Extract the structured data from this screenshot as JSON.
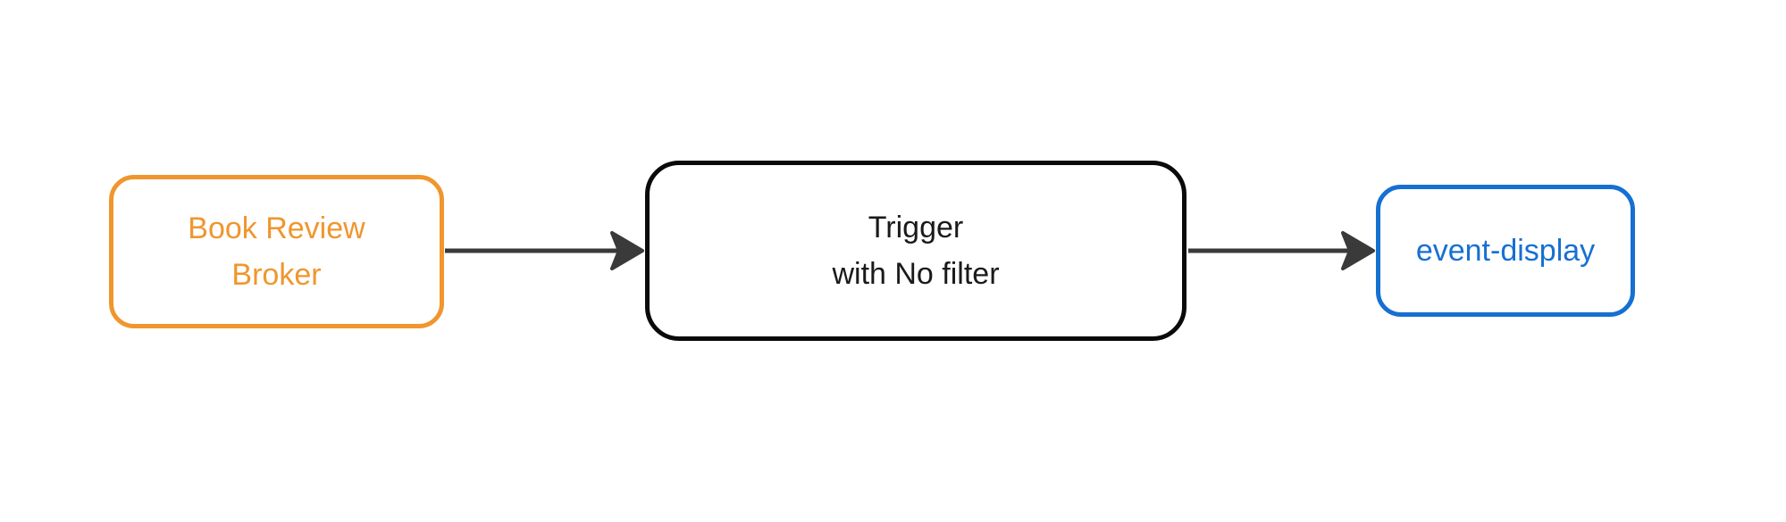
{
  "colors": {
    "background": "#ffffff",
    "broker": "#f0962d",
    "trigger_border": "#0a0a0a",
    "trigger_text": "#1a1a1a",
    "event_display": "#1670d2",
    "arrow": "#3a3a3a"
  },
  "diagram": {
    "nodes": {
      "broker": {
        "line1": "Book Review",
        "line2": "Broker"
      },
      "trigger": {
        "line1": "Trigger",
        "line2": "with No filter"
      },
      "event_display": {
        "line1": "event-display"
      }
    },
    "edges": [
      {
        "from": "broker",
        "to": "trigger"
      },
      {
        "from": "trigger",
        "to": "event_display"
      }
    ]
  }
}
